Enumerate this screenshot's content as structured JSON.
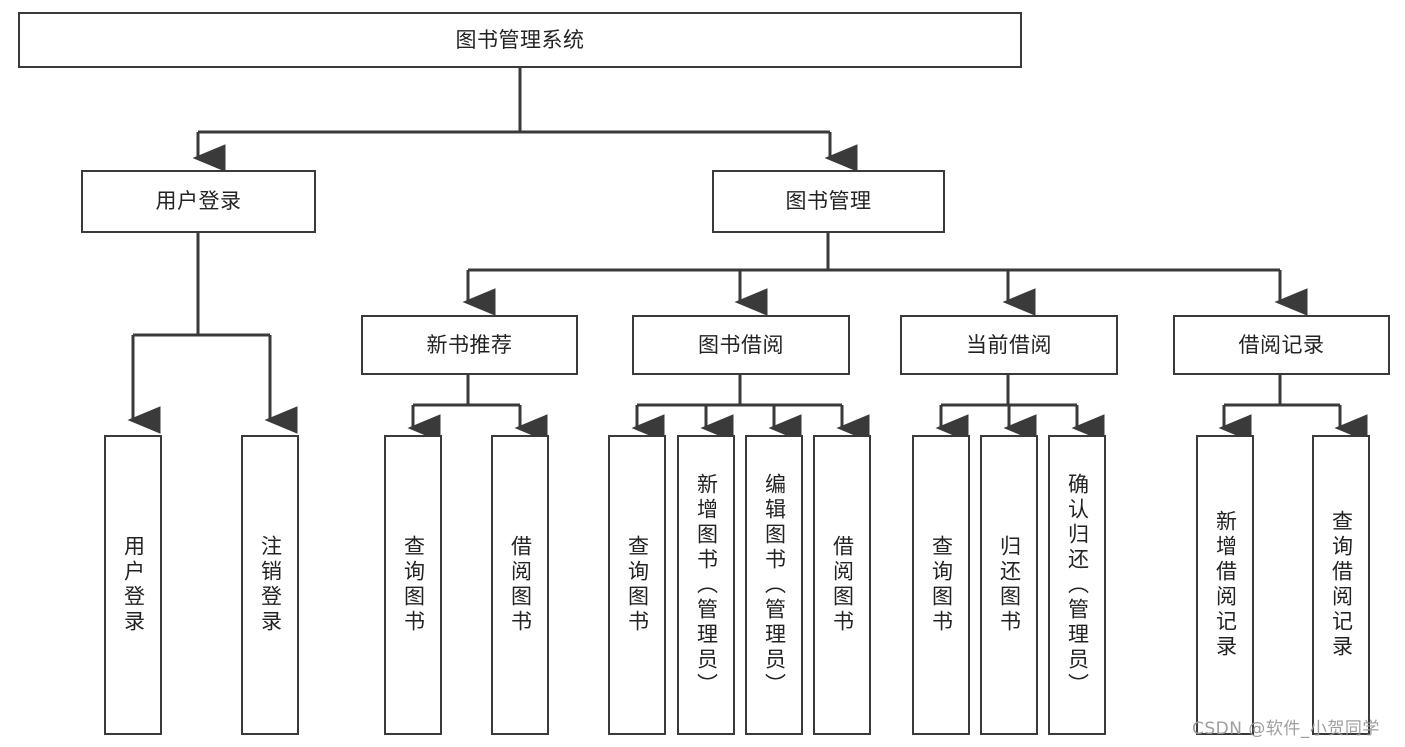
{
  "diagram": {
    "title_node": {
      "label": "图书管理系统"
    },
    "level2": [
      {
        "label": "用户登录"
      },
      {
        "label": "图书管理"
      }
    ],
    "level3": [
      {
        "label": "新书推荐"
      },
      {
        "label": "图书借阅"
      },
      {
        "label": "当前借阅"
      },
      {
        "label": "借阅记录"
      }
    ],
    "leaves": {
      "user_login": [
        {
          "label": "用户登录"
        },
        {
          "label": "注销登录"
        }
      ],
      "new_book_recommend": [
        {
          "label": "查询图书"
        },
        {
          "label": "借阅图书"
        }
      ],
      "book_borrow": [
        {
          "label": "查询图书"
        },
        {
          "label": "新增图书（管理员）"
        },
        {
          "label": "编辑图书（管理员）"
        },
        {
          "label": "借阅图书"
        }
      ],
      "current_borrow": [
        {
          "label": "查询图书"
        },
        {
          "label": "归还图书"
        },
        {
          "label": "确认归还（管理员）"
        }
      ],
      "borrow_record": [
        {
          "label": "新增借阅记录"
        },
        {
          "label": "查询借阅记录"
        }
      ]
    },
    "watermark": {
      "text": "CSDN @软件_小贺同学"
    },
    "colors": {
      "stroke": "#3a3a3a",
      "background": "#ffffff",
      "text": "#232323",
      "watermark": "#9a9a9a"
    }
  }
}
